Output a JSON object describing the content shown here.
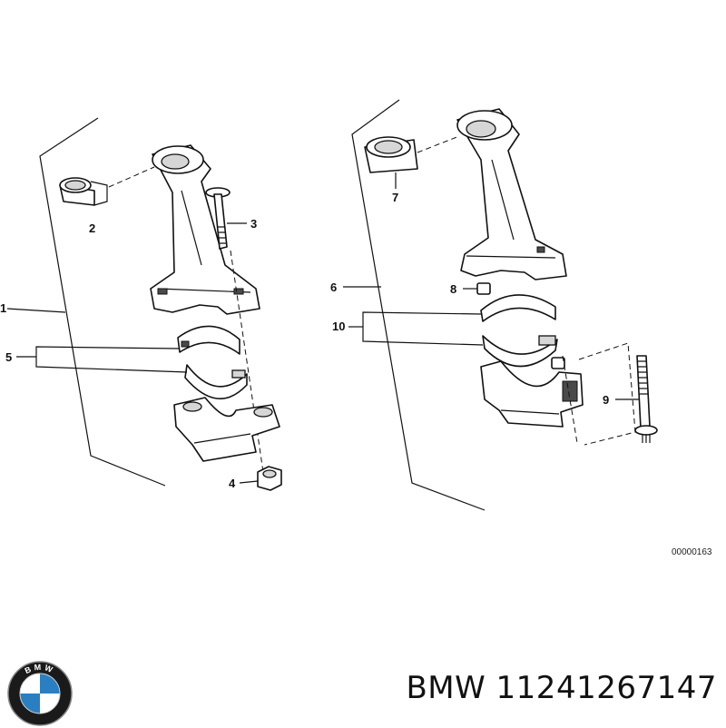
{
  "diagram": {
    "reference_code": "00000163",
    "callouts": {
      "c1": "1",
      "c2": "2",
      "c3": "3",
      "c4": "4",
      "c5": "5",
      "c6": "6",
      "c7": "7",
      "c8": "8",
      "c9": "9",
      "c10": "10"
    }
  },
  "footer": {
    "brand": "BMW",
    "part_number": "11241267147",
    "logo_letters": "BMW"
  },
  "colors": {
    "logo_blue": "#2a7fc1",
    "logo_ring": "#1a1a1a",
    "line": "#111111"
  }
}
